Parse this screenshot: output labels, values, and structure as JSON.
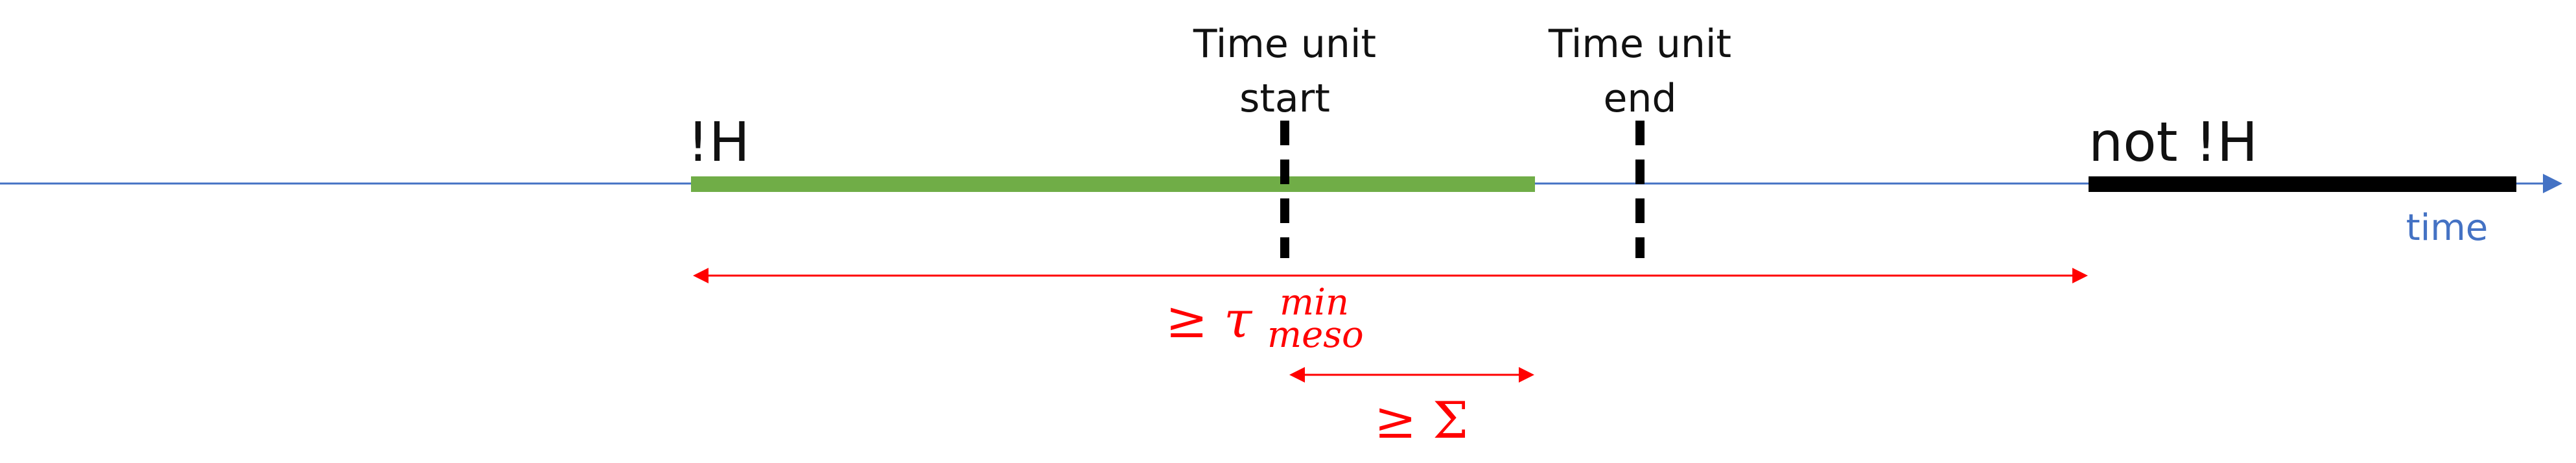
{
  "labels": {
    "h_state": "!H",
    "not_h_state": "not !H",
    "time_unit_start_line1": "Time unit",
    "time_unit_start_line2": "start",
    "time_unit_end_line1": "Time unit",
    "time_unit_end_line2": "end",
    "time_axis": "time"
  },
  "annotations": {
    "tau_min_meso": {
      "prefix": "≥ τ",
      "superscript": "min",
      "subscript": "meso"
    },
    "sigma": {
      "text": "≥ Σ"
    }
  },
  "colors": {
    "axis": "#4472C4",
    "h_bar": "#70AD47",
    "not_h_bar": "#000000",
    "dashed_marker": "#000000",
    "annotation": "#FF0000",
    "time_label": "#4472C4"
  }
}
